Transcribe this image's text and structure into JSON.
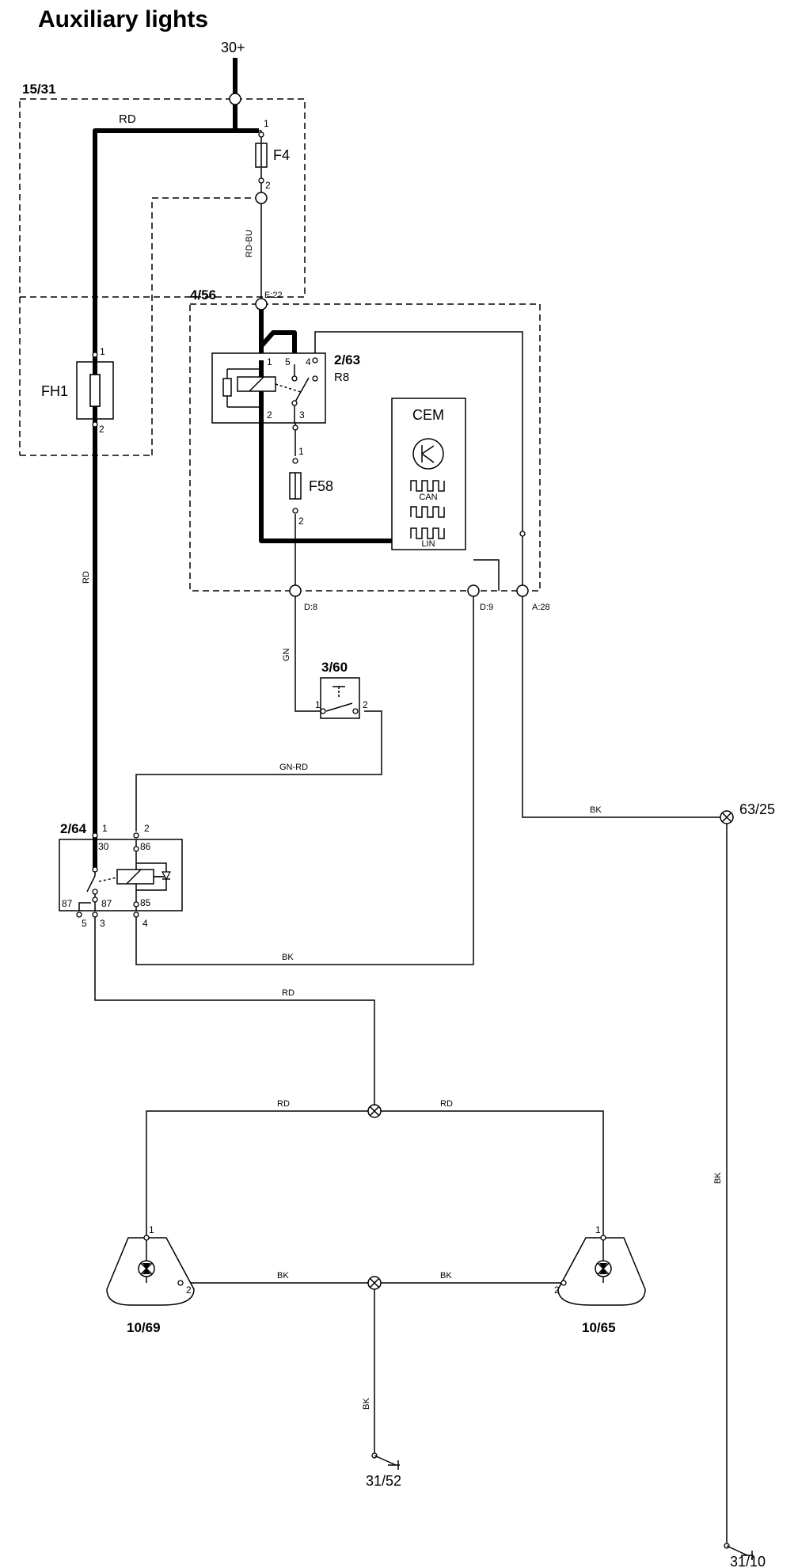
{
  "title": "Auxiliary lights",
  "supply": "30+",
  "components": {
    "fuse_box": "15/31",
    "fuse_f4": "F4",
    "fuse_fh1": "FH1",
    "cem_module": "4/56",
    "relay_r8_id": "2/63",
    "relay_r8_name": "R8",
    "cem": "CEM",
    "can": "CAN",
    "lin": "LIN",
    "fuse_f58": "F58",
    "switch": "3/60",
    "relay_aux": "2/64",
    "lamp_left": "10/69",
    "lamp_right": "10/65",
    "splice": "63/25",
    "ground_1": "31/52",
    "ground_2": "31/10"
  },
  "connectors": {
    "e22": "E:22",
    "d8": "D:8",
    "d9": "D:9",
    "a28": "A:28"
  },
  "wire_colors": {
    "rd": "RD",
    "rd_bu": "RD-BU",
    "gn": "GN",
    "gn_rd": "GN-RD",
    "bk": "BK"
  },
  "pins": {
    "p1": "1",
    "p2": "2",
    "p3": "3",
    "p4": "4",
    "p5": "5",
    "p30": "30",
    "p85": "85",
    "p86": "86",
    "p87": "87"
  }
}
